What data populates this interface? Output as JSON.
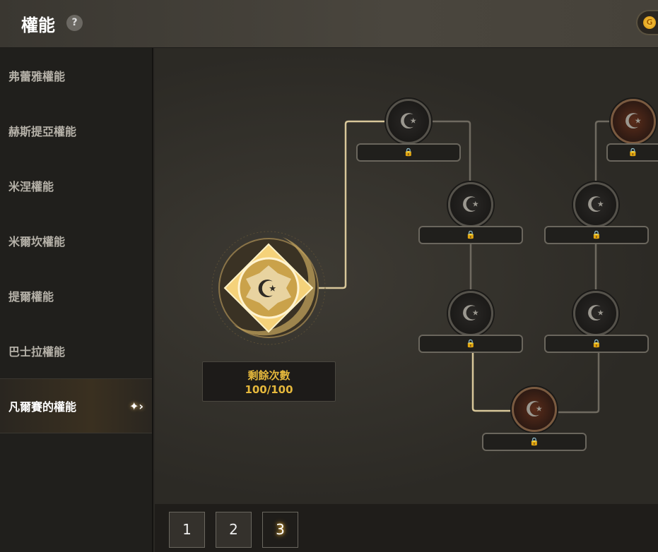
{
  "header": {
    "title": "權能",
    "help_icon": "?",
    "coin_icon": "G"
  },
  "sidebar": {
    "items": [
      {
        "label": "弗蕾雅權能"
      },
      {
        "label": "赫斯提亞權能"
      },
      {
        "label": "米涅權能"
      },
      {
        "label": "米爾坎權能"
      },
      {
        "label": "提爾權能"
      },
      {
        "label": "巴士拉權能"
      },
      {
        "label": "凡爾賽的權能",
        "active": true
      }
    ]
  },
  "main": {
    "counter_label": "剩餘次數",
    "counter_value": "100/100",
    "lock": "🔒",
    "node_glyph": "☪"
  },
  "pages": [
    {
      "label": "1"
    },
    {
      "label": "2"
    },
    {
      "label": "3",
      "active": true
    }
  ],
  "colors": {
    "accent": "#e5b83c",
    "line": "#d8c79a"
  }
}
